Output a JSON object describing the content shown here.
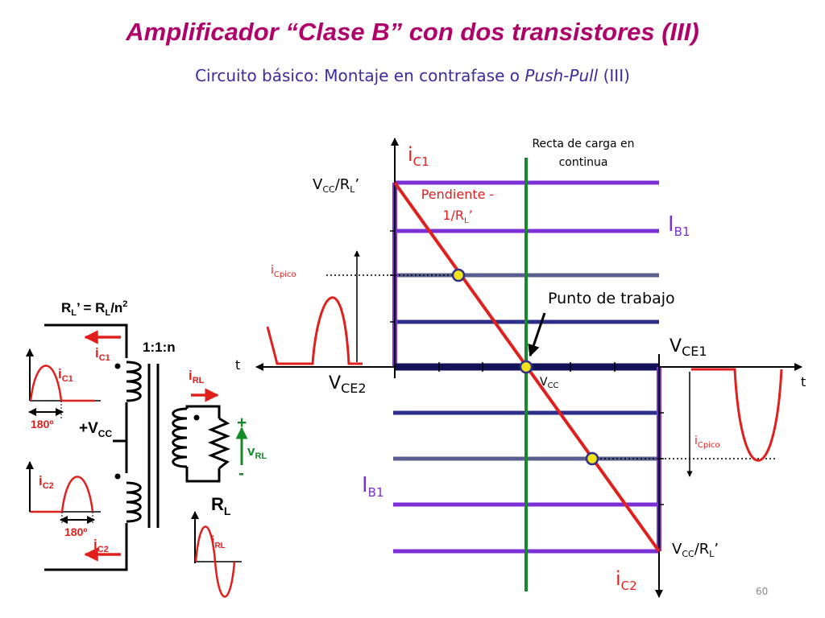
{
  "slide": {
    "title": "Amplificador “Clase B” con dos transistores (III)",
    "subtitle_main": "Circuito básico: Montaje en contrafase o ",
    "subtitle_italic": "Push-Pull",
    "subtitle_tail": " (III)",
    "page_number": "60"
  },
  "circuit": {
    "rl_formula": {
      "a": "R",
      "b": "L",
      "c": "’ = R",
      "d": "L",
      "e": "/n",
      "f": "2"
    },
    "turns_ratio": "1:1:n",
    "vcc_label": {
      "main": "+V",
      "sub": "CC"
    },
    "load": {
      "main": "R",
      "sub": "L"
    },
    "ic1": {
      "main": "i",
      "sub": "C1"
    },
    "ic2": {
      "main": "i",
      "sub": "C2"
    },
    "irl": {
      "main": "i",
      "sub": "RL"
    },
    "vrl": {
      "main": "v",
      "sub": "RL"
    },
    "plus": "+",
    "minus": "-",
    "angle_180": "180º"
  },
  "graph": {
    "ic1_axis": {
      "main": "i",
      "sub": "C1"
    },
    "ic2_axis": {
      "main": "i",
      "sub": "C2"
    },
    "vcc_rl_top": {
      "a": "V",
      "b": "CC",
      "c": "/R",
      "d": "L",
      "e": "’"
    },
    "vcc_rl_bottom": {
      "a": "V",
      "b": "CC",
      "c": "/R",
      "d": "L",
      "e": "’"
    },
    "ib1_top": {
      "main": "I",
      "sub": "B1"
    },
    "ib1_bottom": {
      "main": "I",
      "sub": "B1"
    },
    "vce1": {
      "main": "V",
      "sub": "CE1"
    },
    "vce2": {
      "main": "V",
      "sub": "CE2"
    },
    "vcc_axis": {
      "main": "V",
      "sub": "CC"
    },
    "slope_line1": "Pendiente -",
    "slope_line2": {
      "a": "1/R",
      "b": "L",
      "c": "’"
    },
    "dc_load_line1": "Recta de carga en",
    "dc_load_line2": "continua",
    "operating_point": "Punto de trabajo",
    "icpico_left": {
      "main": "i",
      "sub": "Cpico"
    },
    "icpico_right": {
      "main": "i",
      "sub": "Cpico"
    },
    "t_left": "t",
    "t_right": "t"
  },
  "colors": {
    "title": "#b0006a",
    "subtitle": "#3a2c9a",
    "purple": "#7b2fd6",
    "navy": "#2e2f8a",
    "gray_line": "#5a5f90",
    "red": "#e0201c",
    "green": "#168a2a",
    "marker": "#f2e21a"
  }
}
